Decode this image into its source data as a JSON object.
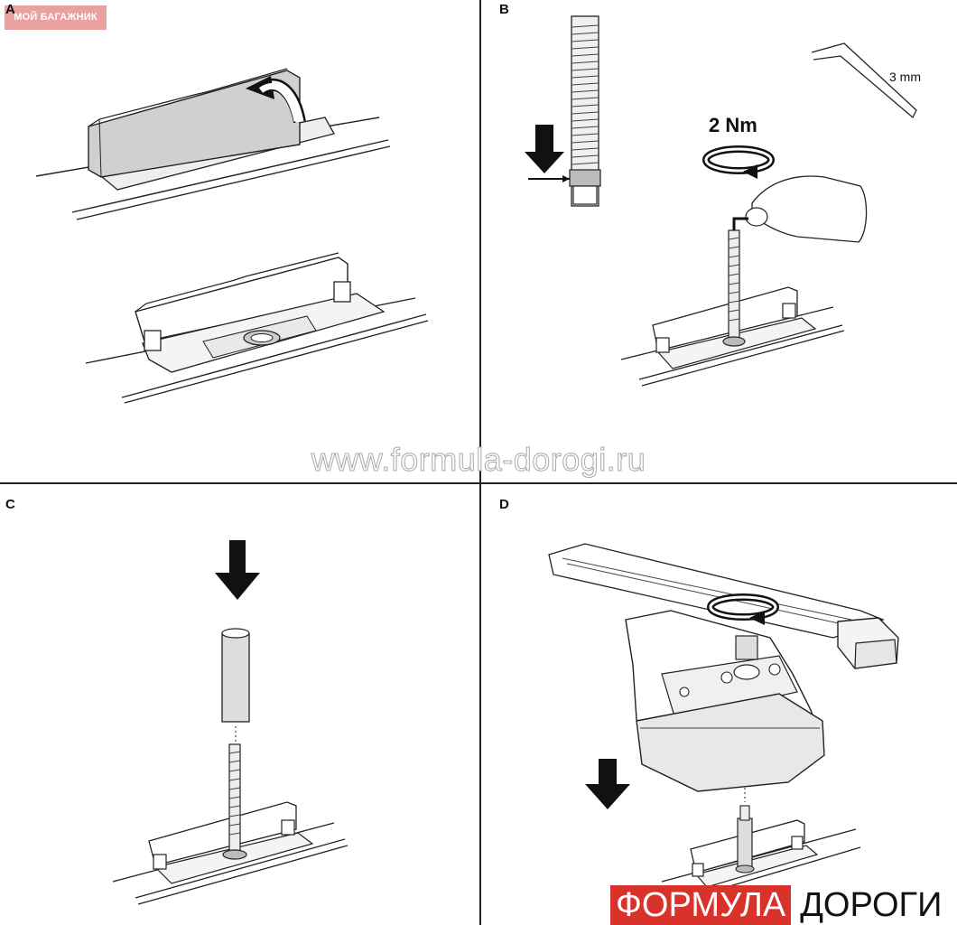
{
  "badge": {
    "text": "МОЙ БАГАЖНИК"
  },
  "watermark": {
    "text": "www.formula-dorogi.ru"
  },
  "logo": {
    "part_red": "ФОРМУЛА",
    "part_black": "ДОРОГИ",
    "red_color": "#d8322a"
  },
  "panels": [
    {
      "letter": "A"
    },
    {
      "letter": "B",
      "torque_label": "2 Nm",
      "tool_size_label": "3 mm"
    },
    {
      "letter": "C"
    },
    {
      "letter": "D"
    }
  ]
}
